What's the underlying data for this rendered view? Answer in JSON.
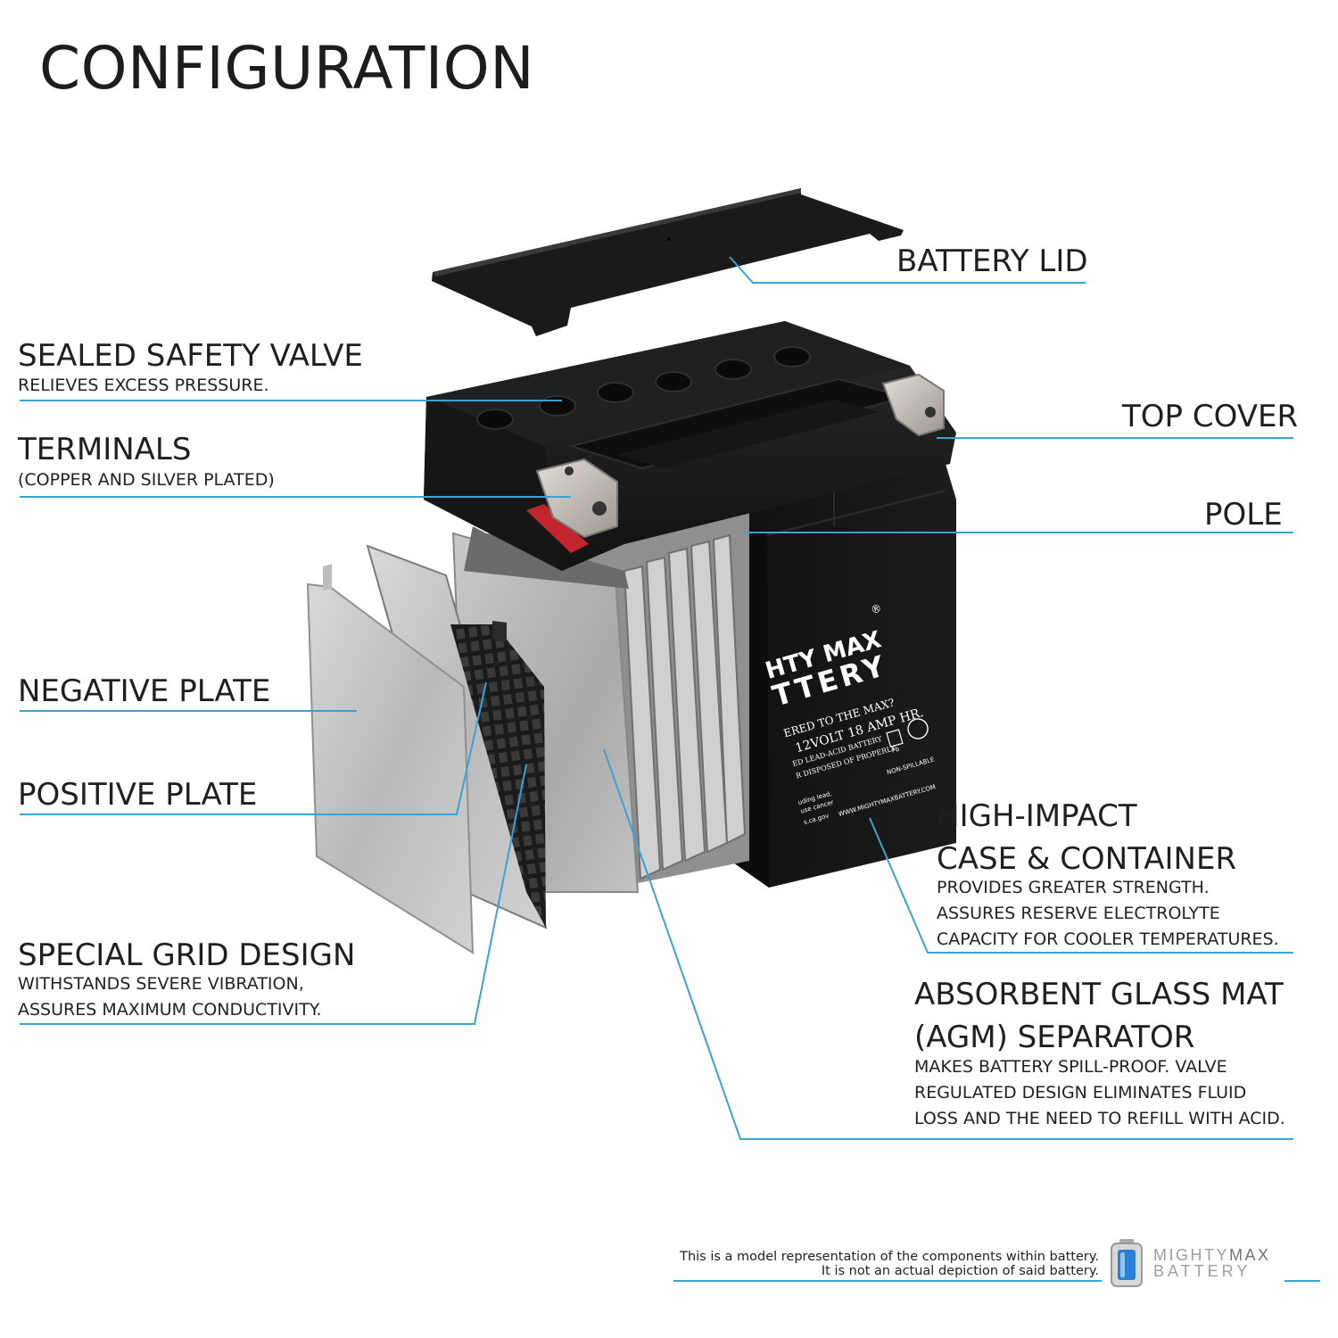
{
  "title": "CONFIGURATION",
  "labels": {
    "battery_lid": "BATTERY LID",
    "sealed_valve": {
      "title": "SEALED SAFETY VALVE",
      "desc": "RELIEVES EXCESS PRESSURE."
    },
    "top_cover": "TOP COVER",
    "terminals": {
      "title": "TERMINALS",
      "desc": "(COPPER AND SILVER PLATED)"
    },
    "pole": "POLE",
    "negative_plate": "NEGATIVE PLATE",
    "positive_plate": "POSITIVE PLATE",
    "high_impact": {
      "title1": "HIGH-IMPACT",
      "title2": "CASE & CONTAINER",
      "desc1": "PROVIDES GREATER STRENGTH.",
      "desc2": "ASSURES RESERVE ELECTROLYTE",
      "desc3": "CAPACITY FOR COOLER TEMPERATURES."
    },
    "grid_design": {
      "title": "SPECIAL GRID DESIGN",
      "desc1": "WITHSTANDS SEVERE VIBRATION,",
      "desc2": "ASSURES MAXIMUM CONDUCTIVITY."
    },
    "agm": {
      "title1": "ABSORBENT GLASS MAT",
      "title2": "(AGM) SEPARATOR",
      "desc1": "MAKES BATTERY SPILL-PROOF. VALVE",
      "desc2": "REGULATED DESIGN ELIMINATES FLUID",
      "desc3": "LOSS AND THE NEED TO REFILL WITH ACID."
    }
  },
  "battery_face": {
    "brand1": "HTY MAX",
    "brand2": "TTERY",
    "reg": "®",
    "slogan": "ERED TO THE MAX?",
    "spec": "12VOLT 18 AMP HR.",
    "type": "ED LEAD-ACID BATTERY",
    "dispose": "R DISPOSED OF PROPERLY",
    "nonspill": "NON-SPILLABLE",
    "url": "WWW.MIGHTYMAXBATTERY.COM",
    "warn1": "uding lead,",
    "warn2": "use cancer",
    "warn3": "s.ca.gov",
    "pb": "Pb"
  },
  "footer": {
    "line1": "This is a model representation of the components within battery.",
    "line2": "It is not an actual depiction of said battery."
  },
  "logo": {
    "line1a": "MIGHTY",
    "line1b": "MAX",
    "line2": "BATTERY"
  },
  "colors": {
    "leader": "#3aa3d6",
    "text": "#1f1f1f",
    "battery_body": "#151515",
    "plate": "#bcbcbc",
    "logo_text": "#9aa0a6"
  }
}
